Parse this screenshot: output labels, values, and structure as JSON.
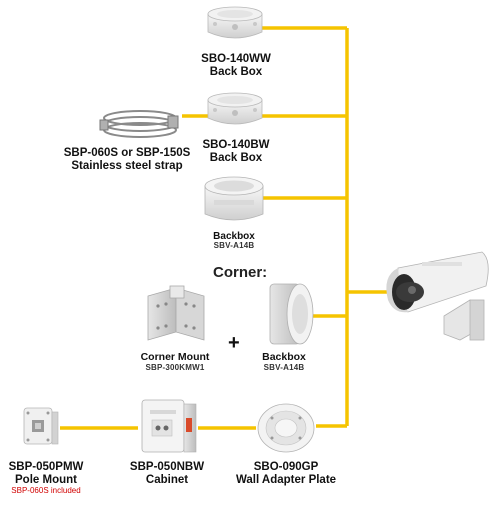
{
  "colors": {
    "connector": "#F5C400",
    "device_body": "#EDEDED",
    "device_shadow": "#C9C9C9",
    "note_red": "#D10000"
  },
  "products": {
    "sbo140ww": {
      "model": "SBO-140WW",
      "name": "Back Box"
    },
    "sbo140bw": {
      "model": "SBO-140BW",
      "name": "Back Box"
    },
    "strap": {
      "model": "SBP-060S or SBP-150S",
      "name": "Stainless steel strap"
    },
    "backbox_a14b": {
      "name": "Backbox",
      "model": "SBV-A14B"
    },
    "corner_mount": {
      "name": "Corner Mount",
      "model": "SBP-300KMW1"
    },
    "corner_backbox": {
      "name": "Backbox",
      "model": "SBV-A14B"
    },
    "pole_mount": {
      "model": "SBP-050PMW",
      "name": "Pole Mount",
      "note": "SBP-060S included"
    },
    "cabinet": {
      "model": "SBP-050NBW",
      "name": "Cabinet"
    },
    "wall_adapter": {
      "model": "SBO-090GP",
      "name": "Wall Adapter Plate"
    }
  },
  "section": {
    "corner_heading": "Corner:",
    "plus": "+"
  },
  "icons": [
    "junction-box-icon",
    "steel-strap-icon",
    "backbox-icon",
    "corner-bracket-icon",
    "camera-icon",
    "pole-mount-icon",
    "cabinet-icon",
    "adapter-plate-icon"
  ]
}
